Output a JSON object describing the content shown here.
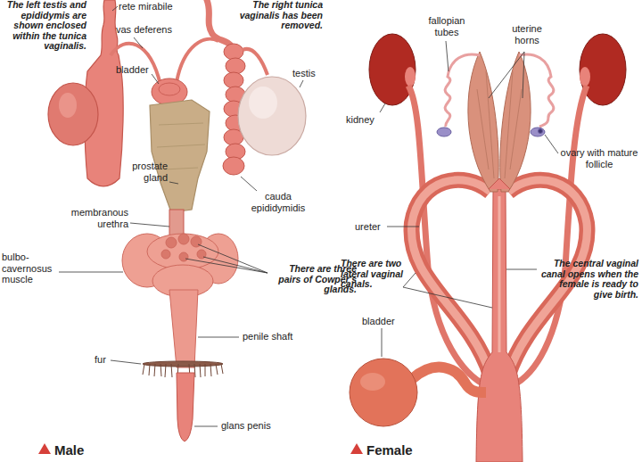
{
  "diagram": {
    "labels": [
      "The left testis and epididymis are shown enclosed within the tunica vaginalis.",
      "rete mirabile",
      "vas deferens",
      "The right tunica vaginalis has been removed.",
      "bladder",
      "testis",
      "prostate gland",
      "cauda epididymidis",
      "membranous urethra",
      "bulbo-cavernosus muscle",
      "There are three pairs of Cowper's glands.",
      "penile shaft",
      "fur",
      "glans penis",
      "Male",
      "fallopian tubes",
      "uterine horns",
      "kidney",
      "ovary with mature follicle",
      "ureter",
      "There are two lateral vaginal canals.",
      "The central vaginal canal opens when the female is ready to give birth.",
      "bladder",
      "Female"
    ]
  }
}
